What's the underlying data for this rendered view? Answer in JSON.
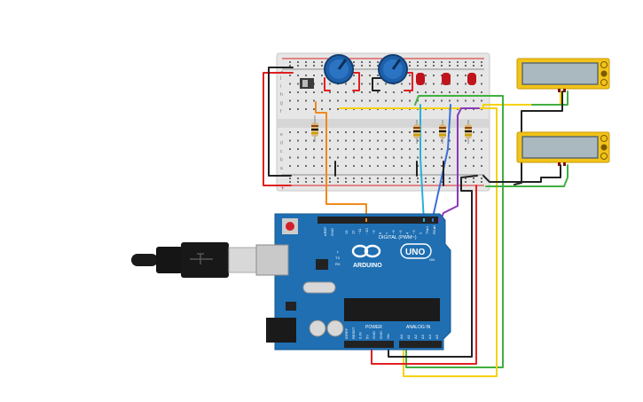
{
  "breadboard": {
    "row_letters": [
      "a",
      "b",
      "c",
      "d",
      "e",
      "f",
      "g",
      "h",
      "i",
      "j"
    ],
    "rail_plus": "+",
    "rail_minus": "-"
  },
  "arduino": {
    "model_name": "ARDUINO",
    "model_badge": "UNO",
    "digital_label": "DIGITAL (PWM~)",
    "power_label": "POWER",
    "analog_label": "ANALOG IN",
    "aref_label": "AREF",
    "gnd_label": "GND",
    "on_label": "ON",
    "tx_label": "TX",
    "rx_label": "RX",
    "l_label": "L",
    "digital_pins": [
      "13",
      "12",
      "~11",
      "~10",
      "~9",
      "8",
      "7",
      "~6",
      "~5",
      "4",
      "~3",
      "2",
      "TX▸1",
      "RX◂0"
    ],
    "power_pins": [
      "IOREF",
      "RESET",
      "3.3V",
      "5V",
      "GND",
      "GND",
      "Vin"
    ],
    "analog_pins": [
      "A0",
      "A1",
      "A2",
      "A3",
      "A4",
      "A5"
    ]
  },
  "displays": [
    {
      "name": "display-top"
    },
    {
      "name": "display-bottom"
    }
  ],
  "colors": {
    "breadboard": "#e6e6e6",
    "arduino_board": "#1f6fb2",
    "potentiometer": "#1d5fa8",
    "led": "#c0141c",
    "display_frame": "#f2c318",
    "display_screen": "#a9b9bf",
    "wire_red": "#e02020",
    "wire_black": "#222222",
    "wire_yellow": "#f5d20f",
    "wire_green": "#40b040",
    "wire_orange": "#f08a1c",
    "wire_cyan": "#2ab0d8",
    "wire_blue": "#3a6fd8",
    "wire_purple": "#8a3ab8"
  }
}
